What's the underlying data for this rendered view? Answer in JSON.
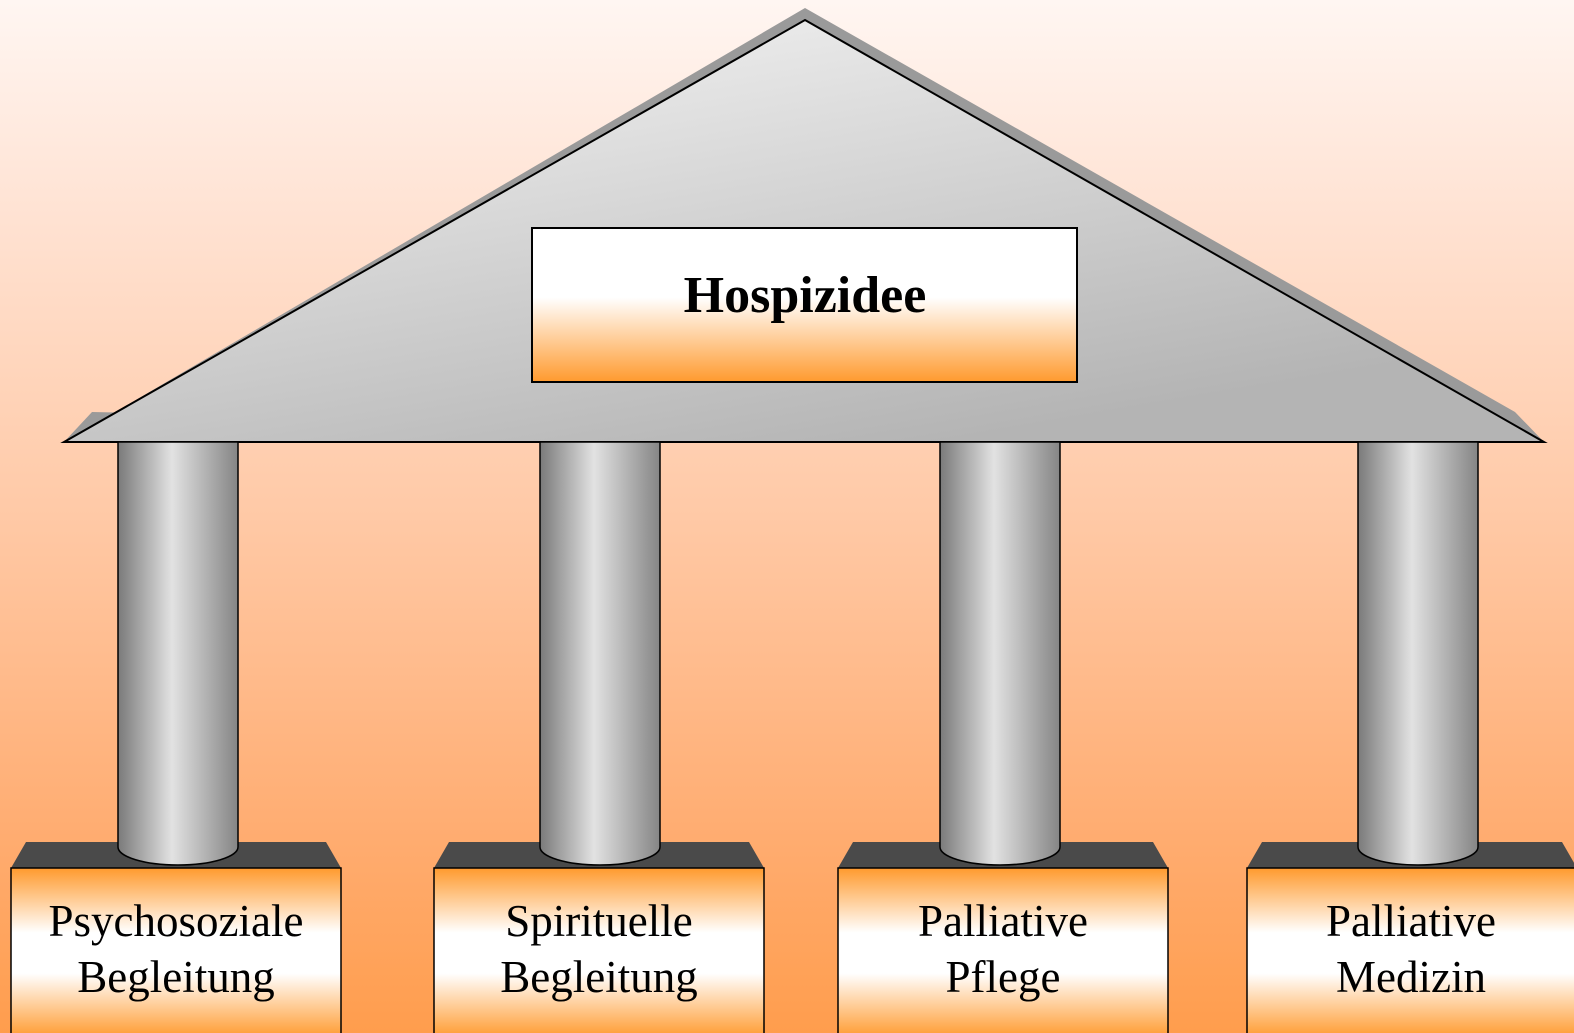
{
  "roof": {
    "title": "Hospizidee"
  },
  "pillars": [
    {
      "line1": "Psychosoziale",
      "line2": "Begleitung"
    },
    {
      "line1": "Spirituelle",
      "line2": "Begleitung"
    },
    {
      "line1": "Palliative",
      "line2": "Pflege"
    },
    {
      "line1": "Palliative",
      "line2": "Medizin"
    }
  ],
  "colors": {
    "accent_orange": "#ff9a2e",
    "roof_grey": "#bcbcbc",
    "base_top": "#4a4a4a"
  }
}
